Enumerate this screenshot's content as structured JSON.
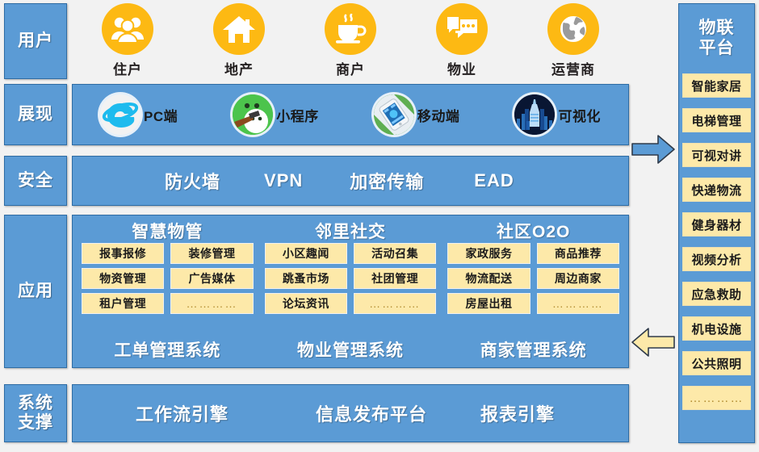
{
  "layers": [
    {
      "id": "user",
      "label": "用户"
    },
    {
      "id": "present",
      "label": "展现"
    },
    {
      "id": "security",
      "label": "安全"
    },
    {
      "id": "app",
      "label": "应用"
    },
    {
      "id": "support",
      "label": "系统\n支撑"
    }
  ],
  "user_row": {
    "items": [
      {
        "label": "住户",
        "icon": "people-icon"
      },
      {
        "label": "地产",
        "icon": "house-icon"
      },
      {
        "label": "商户",
        "icon": "coffee-cup-icon"
      },
      {
        "label": "物业",
        "icon": "chat-bubbles-icon"
      },
      {
        "label": "运营商",
        "icon": "globe-icon"
      }
    ]
  },
  "presentation_row": {
    "items": [
      {
        "label": "PC端",
        "icon": "internet-explorer-icon"
      },
      {
        "label": "小程序",
        "icon": "wechat-miniprogram-icon"
      },
      {
        "label": "移动端",
        "icon": "smartphone-icon"
      },
      {
        "label": "可视化",
        "icon": "data-visualization-icon"
      }
    ]
  },
  "security_row": {
    "items": [
      "防火墙",
      "VPN",
      "加密传输",
      "EAD"
    ]
  },
  "application_layer": {
    "columns": [
      {
        "title": "智慧物管",
        "tiles": [
          "报事报修",
          "装修管理",
          "物资管理",
          "广告媒体",
          "租户管理",
          "…………"
        ],
        "footer": "工单管理系统"
      },
      {
        "title": "邻里社交",
        "tiles": [
          "小区趣闻",
          "活动召集",
          "跳蚤市场",
          "社团管理",
          "论坛资讯",
          "…………"
        ],
        "footer": "物业管理系统"
      },
      {
        "title": "社区O2O",
        "tiles": [
          "家政服务",
          "商品推荐",
          "物流配送",
          "周边商家",
          "房屋出租",
          "…………"
        ],
        "footer": "商家管理系统"
      }
    ]
  },
  "support_row": {
    "items": [
      "工作流引擎",
      "信息发布平台",
      "报表引擎"
    ]
  },
  "iot_platform": {
    "title": "物联\n平台",
    "tiles": [
      "智能家居",
      "电梯管理",
      "可视对讲",
      "快递物流",
      "健身器材",
      "视频分析",
      "应急救助",
      "机电设施",
      "公共照明",
      "…………"
    ]
  },
  "arrows": [
    {
      "name": "arrow-to-iot",
      "direction": "right",
      "color": "#5b9bd5"
    },
    {
      "name": "arrow-from-iot",
      "direction": "left",
      "color": "#fde9a9"
    }
  ],
  "colors": {
    "blue": "#5b9bd5",
    "blue_border": "#2e6ca4",
    "yellow": "#fde9a9",
    "accent_orange": "#fdb913",
    "background": "#f2f2f2"
  }
}
